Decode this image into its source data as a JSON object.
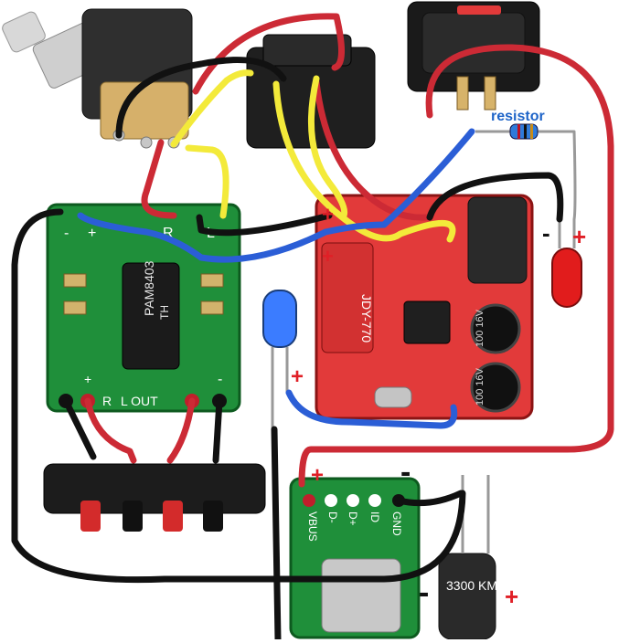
{
  "labels": {
    "resistor": "resistor",
    "plus_sign": "+",
    "minus_sign": "-"
  },
  "amp_board": {
    "chip_text_1": "PAM8403",
    "chip_text_2": "TH",
    "top_pins": [
      "-",
      "+",
      "L",
      "R"
    ],
    "bottom_pins": [
      "+",
      "R",
      "L OUT",
      "L",
      "-"
    ]
  },
  "bt_board": {
    "model": "JDY-770",
    "cap_1": "100 16V",
    "cap_2": "100 16V"
  },
  "usb_board": {
    "pins": [
      "VBUS",
      "D-",
      "D+",
      "ID",
      "GND"
    ]
  },
  "capacitor": {
    "text": "3300 KM"
  },
  "colors": {
    "red_wire": "#cc2a35",
    "black_wire": "#111111",
    "yellow_wire": "#f3ea3a",
    "blue_wire": "#2b5ed6",
    "green_pcb": "#1f8f3a",
    "red_pcb": "#e23a3a",
    "label_blue": "#1e64c8",
    "plus_red": "#e01f26"
  }
}
